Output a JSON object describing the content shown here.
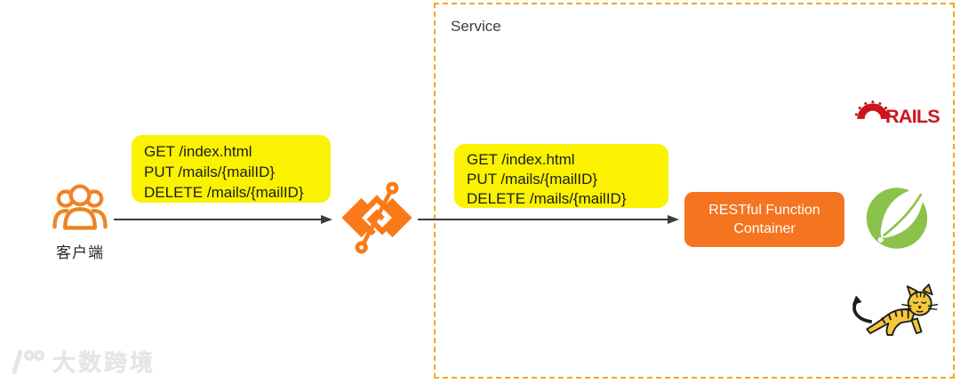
{
  "client": {
    "label": "客户端"
  },
  "requests": {
    "lines": [
      "GET /index.html",
      "PUT /mails/{mailID}",
      "DELETE /mails/{mailID}"
    ]
  },
  "service": {
    "label": "Service"
  },
  "container": {
    "label": "RESTful Function Container"
  },
  "logos": {
    "rails": "RAILS"
  },
  "watermark": {
    "text": "大数跨境"
  },
  "colors": {
    "note_yellow": "#FAF200",
    "container_orange": "#F5741F",
    "gateway_orange": "#FA7A18",
    "client_orange": "#EF8325",
    "service_border_orange": "#F3A81B",
    "arrow_gray": "#3C3C3C",
    "rails_red": "#C9151B",
    "spring_green": "#8BC34A",
    "tomcat_yellow": "#F6C83C"
  }
}
